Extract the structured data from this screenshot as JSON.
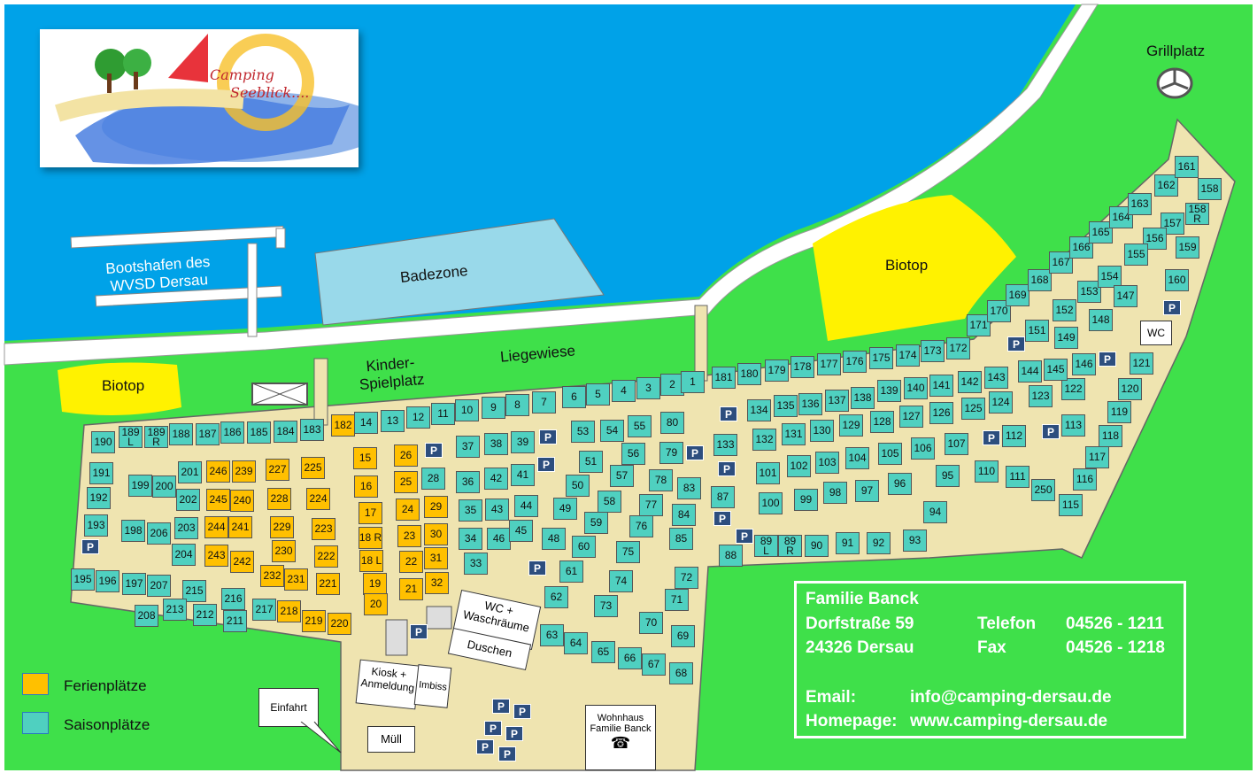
{
  "logo": {
    "text_line1": "Camping",
    "text_line2": "Seeblick...."
  },
  "areas": {
    "bootshafen": "Bootshafen des\nWVSD Dersau",
    "badezone": "Badezone",
    "biotop_left": "Biotop",
    "biotop_right": "Biotop",
    "kinderspielplatz": "Kinder-\nSpielplatz",
    "liegewiese": "Liegewiese",
    "grillplatz": "Grillplatz",
    "wc": "WC",
    "wc_waschraeume": "WC +\nWaschräume",
    "duschen": "Duschen",
    "kiosk": "Kiosk +\nAnmeldung",
    "imbiss": "Imbiss",
    "einfahrt": "Einfahrt",
    "muell": "Müll",
    "wohnhaus": "Wohnhaus\nFamilie Banck",
    "parking_label": "P"
  },
  "legend": [
    {
      "label": "Ferienplätze",
      "color": "#ffc000"
    },
    {
      "label": "Saisonplätze",
      "color": "#4fd0c0"
    }
  ],
  "contact": {
    "name": "Familie Banck",
    "street": "Dorfstraße 59",
    "city": "24326 Dersau",
    "phone_label": "Telefon",
    "phone": "04526 - 1211",
    "fax_label": "Fax",
    "fax": "04526 - 1218",
    "email_label": "Email:",
    "email": "info@camping-dersau.de",
    "homepage_label": "Homepage:",
    "homepage": "www.camping-dersau.de"
  },
  "colors": {
    "water": "#00a2e8",
    "land": "#3fe04a",
    "road": "#efe4b0",
    "biotop": "#fff200",
    "saison": "#4fd0c0",
    "ferien": "#ffc000",
    "badezone": "#99d9ea"
  },
  "plots_ferien": [
    "182",
    "246",
    "239",
    "245",
    "240",
    "244",
    "241",
    "243",
    "242",
    "227",
    "225",
    "228",
    "224",
    "229",
    "223",
    "230",
    "222",
    "232",
    "231",
    "221",
    "218",
    "219",
    "220",
    "15",
    "16",
    "17",
    "18 R",
    "18 L",
    "19",
    "20",
    "26",
    "25",
    "24",
    "23",
    "22",
    "21",
    "29",
    "30",
    "31",
    "32"
  ],
  "plots_saison": [
    "190",
    "189\nL",
    "189\nR",
    "188",
    "187",
    "186",
    "185",
    "184",
    "183",
    "191",
    "192",
    "193",
    "195",
    "196",
    "197",
    "207",
    "215",
    "216",
    "217",
    "208",
    "213",
    "212",
    "211",
    "199",
    "200",
    "201",
    "202",
    "203",
    "204",
    "198",
    "206",
    "28",
    "14",
    "13",
    "12",
    "11",
    "10",
    "9",
    "8",
    "7",
    "6",
    "5",
    "4",
    "3",
    "2",
    "1",
    "37",
    "38",
    "39",
    "36",
    "42",
    "41",
    "35",
    "43",
    "44",
    "34",
    "46",
    "45",
    "33",
    "53",
    "54",
    "55",
    "80",
    "51",
    "56",
    "79",
    "50",
    "57",
    "78",
    "83",
    "49",
    "58",
    "77",
    "84",
    "59",
    "76",
    "85",
    "48",
    "60",
    "75",
    "61",
    "74",
    "72",
    "62",
    "73",
    "71",
    "70",
    "69",
    "63",
    "64",
    "65",
    "66",
    "67",
    "68",
    "181",
    "180",
    "179",
    "178",
    "177",
    "176",
    "175",
    "174",
    "173",
    "172",
    "171",
    "133",
    "87",
    "134",
    "135",
    "136",
    "137",
    "138",
    "139",
    "140",
    "141",
    "142",
    "143",
    "132",
    "131",
    "130",
    "129",
    "128",
    "127",
    "126",
    "125",
    "124",
    "101",
    "102",
    "103",
    "104",
    "105",
    "106",
    "107",
    "100",
    "99",
    "98",
    "97",
    "96",
    "95",
    "94",
    "93",
    "92",
    "91",
    "90",
    "89\nL",
    "89\nR",
    "88",
    "110",
    "111",
    "250",
    "115",
    "112",
    "113",
    "116",
    "117",
    "118",
    "119",
    "120",
    "121",
    "123",
    "122",
    "144",
    "145",
    "146",
    "149",
    "151",
    "152",
    "153",
    "154",
    "147",
    "148",
    "170",
    "169",
    "168",
    "167",
    "166",
    "165",
    "164",
    "163",
    "162",
    "161",
    "158",
    "158\nR",
    "157",
    "156",
    "155",
    "159",
    "160"
  ]
}
